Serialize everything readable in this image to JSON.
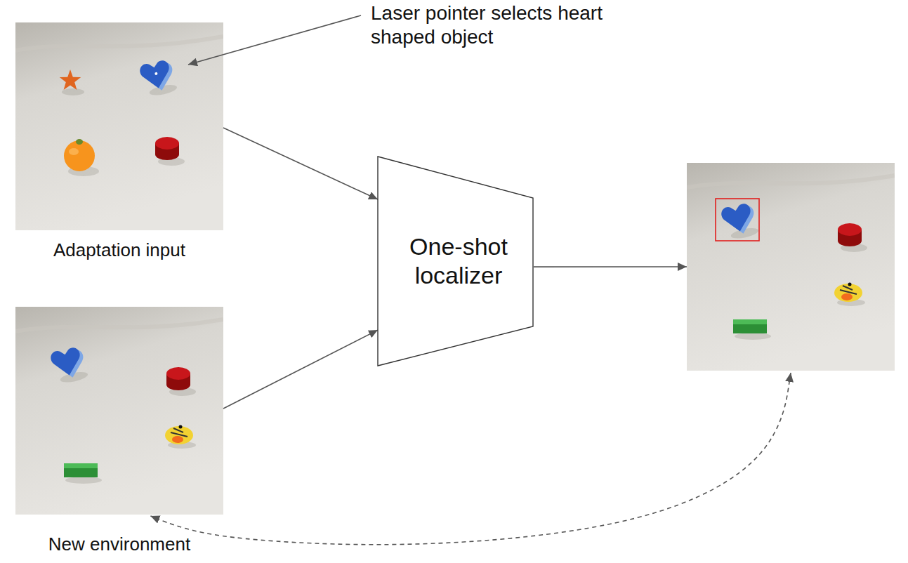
{
  "diagram": {
    "nodes": [
      {
        "text": [
          "Adaptation input"
        ]
      },
      {
        "text": [
          "New environment"
        ]
      },
      {
        "text": [
          "One-shot localizer"
        ]
      },
      {
        "text": []
      }
    ],
    "edges": [
      {
        "from": 0,
        "to": 2,
        "arrow": "to"
      },
      {
        "from": 1,
        "to": 2,
        "arrow": "to"
      },
      {
        "from": 2,
        "to": 3,
        "arrow": "to"
      },
      {
        "from": 3,
        "to": 1,
        "arrow": "both"
      }
    ],
    "labels": [
      "Laser pointer selects heart shaped object"
    ]
  }
}
